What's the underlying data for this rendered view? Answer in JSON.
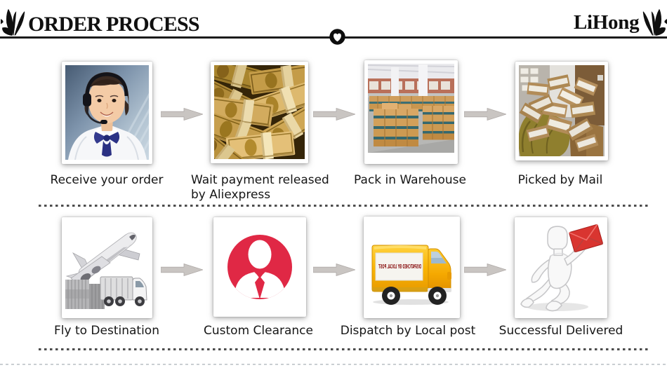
{
  "header": {
    "title": "ORDER PROCESS",
    "brand": "LiHong",
    "ornament": "leaf-flourish",
    "divider_icon": "heart-icon"
  },
  "colors": {
    "text": "#161616",
    "line": "#1b1b1b",
    "arrow_gray": "#c9c5c2",
    "accent_red": "#e02845",
    "truck_yellow": "#f9b405",
    "envelope_red": "#d93530",
    "sack_olive": "#8f7f2e",
    "money_tan": "#d2ab5e"
  },
  "steps": [
    {
      "id": 1,
      "label": "Receive your order",
      "image": "customer-service-agent-photo"
    },
    {
      "id": 2,
      "label": "Wait payment released by Aliexpress",
      "image": "dollar-bill-bundles-photo"
    },
    {
      "id": 3,
      "label": "Pack in Warehouse",
      "image": "warehouse-box-stacks-photo"
    },
    {
      "id": 4,
      "label": "Picked by Mail",
      "image": "parcels-in-mail-sacks-photo"
    },
    {
      "id": 5,
      "label": "Fly to Destination",
      "image": "cargo-plane-truck-containers-photo"
    },
    {
      "id": 6,
      "label": "Custom Clearance",
      "image": "customs-officer-badge-icon"
    },
    {
      "id": 7,
      "label": "Dispatch by Local post",
      "image": "local-post-truck-photo",
      "truck_panel_text": "DISPATCHED BY LOCAL POST"
    },
    {
      "id": 8,
      "label": "Successful Delivered",
      "image": "running-figure-red-envelope-photo"
    }
  ]
}
